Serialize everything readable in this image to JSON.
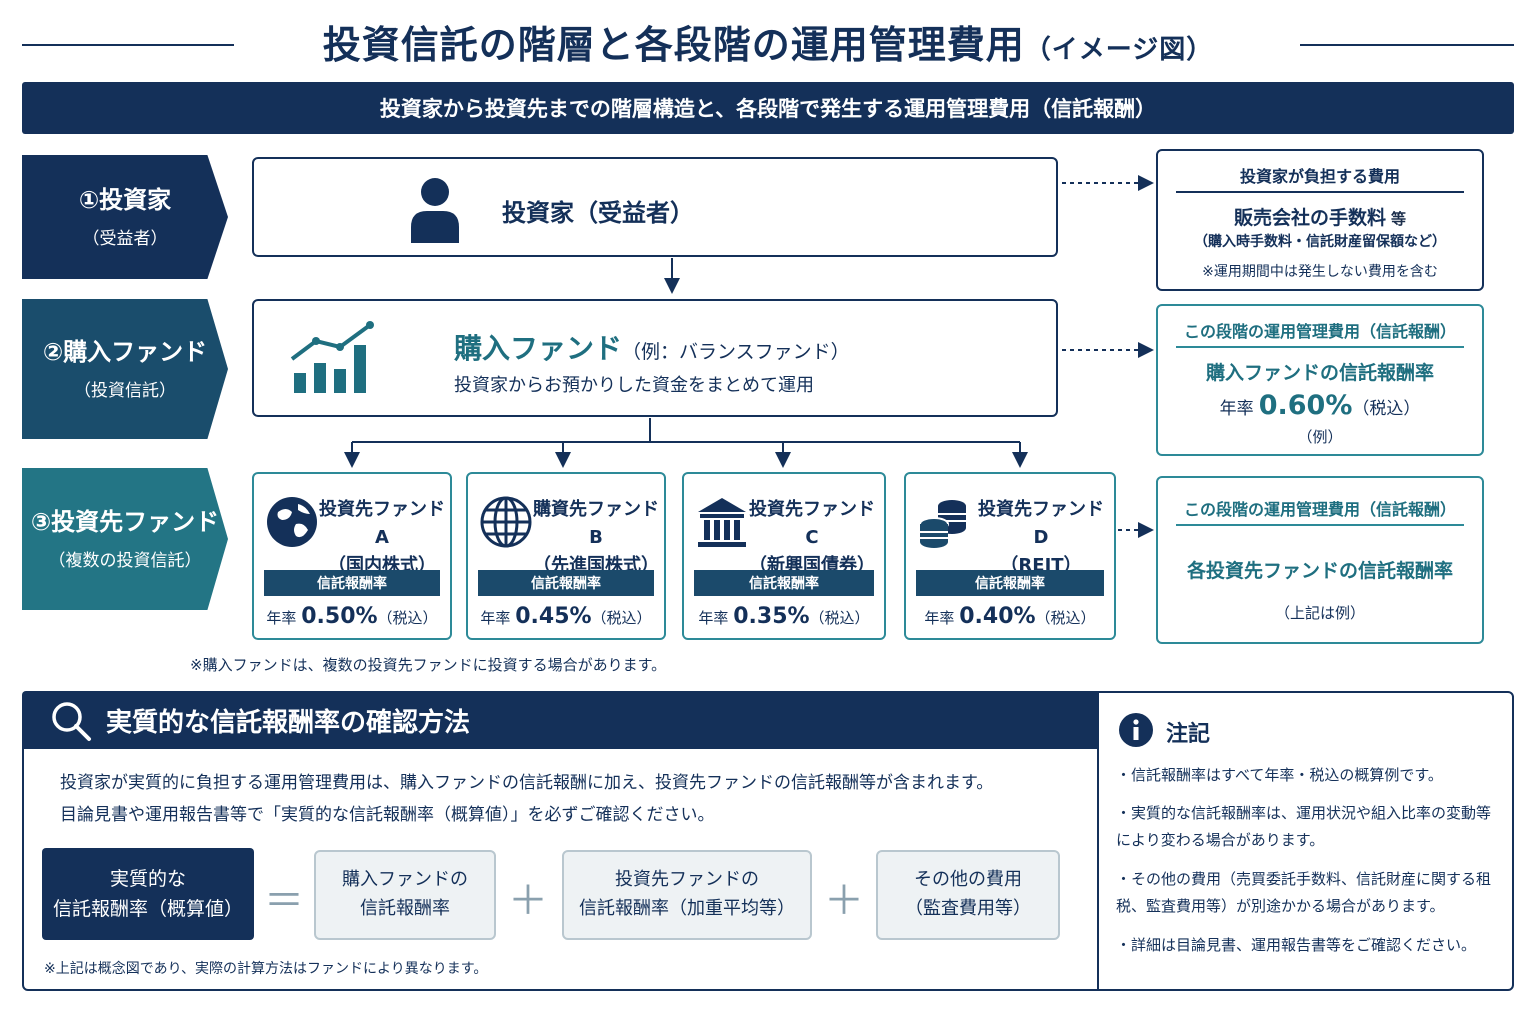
{
  "title": "投資信託の階層と各段階の運用管理費用",
  "title_sub": "（イメージ図）",
  "banner": "投資家から投資先までの階層構造と、各段階で発生する運用管理費用（信託報酬）",
  "stages": [
    {
      "label": "①投資家",
      "sub": "（受益者）"
    },
    {
      "label": "②購入ファンド",
      "sub": "（投資信託）"
    },
    {
      "label": "③投資先ファンド",
      "sub": "（複数の投資信託）"
    }
  ],
  "investor_box": {
    "label": "投資家（受益者）",
    "icon": "person-icon"
  },
  "fund_box": {
    "title": "購入ファンド",
    "title_note": "（例：バランスファンド）",
    "description": "投資家からお預かりした資金をまとめて運用",
    "icon": "bar-chart-icon"
  },
  "sub_funds": [
    {
      "name": "投資先ファンド A",
      "type": "（国内株式）",
      "fee_label": "信託報酬率",
      "rate_prefix": "年率",
      "rate": "0.50%",
      "rate_suffix": "（税込）",
      "rate_value": 0.5,
      "icon": "globe-icon"
    },
    {
      "name": "購資先ファンド B",
      "type": "（先進国株式）",
      "fee_label": "信託報酬率",
      "rate_prefix": "年率",
      "rate": "0.45%",
      "rate_suffix": "（税込）",
      "rate_value": 0.45,
      "icon": "world-grid-icon"
    },
    {
      "name": "投資先ファンド C",
      "type": "（新興国債券）",
      "fee_label": "信託報酬率",
      "rate_prefix": "年率",
      "rate": "0.35%",
      "rate_suffix": "（税込）",
      "rate_value": 0.35,
      "icon": "bank-icon"
    },
    {
      "name": "投資先ファンド D",
      "type": "（REIT）",
      "fee_label": "信託報酬率",
      "rate_prefix": "年率",
      "rate": "0.40%",
      "rate_suffix": "（税込）",
      "rate_value": 0.4,
      "icon": "coins-icon"
    }
  ],
  "sub_note": "※購入ファンドは、複数の投資先ファンドに投資する場合があります。",
  "cost_boxes": [
    {
      "header": "投資家が負担する費用",
      "main": "販売会社の手数料",
      "main_suffix": "等",
      "detail": "（購入時手数料・信託財産留保額など）",
      "note": "※運用期間中は発生しない費用を含む"
    },
    {
      "header": "この段階の運用管理費用（信託報酬）",
      "main": "購入ファンドの信託報酬率",
      "rate_prefix": "年率",
      "rate": "0.60%",
      "rate_suffix": "（税込）",
      "rate_value": 0.6,
      "note": "（例）"
    },
    {
      "header": "この段階の運用管理費用（信託報酬）",
      "main": "各投資先ファンドの信託報酬率",
      "note": "（上記は例）"
    }
  ],
  "confirm": {
    "title": "実質的な信託報酬率の確認方法",
    "icon": "magnifier-icon",
    "text1": "投資家が実質的に負担する運用管理費用は、購入ファンドの信託報酬に加え、投資先ファンドの信託報酬等が含まれます。",
    "text2": "目論見書や運用報告書等で「実質的な信託報酬率（概算値）」を必ずご確認ください。",
    "formula": {
      "result_line1": "実質的な",
      "result_line2": "信託報酬率（概算値）",
      "equals": "＝",
      "plus": "＋",
      "terms": [
        {
          "line1": "購入ファンドの",
          "line2": "信託報酬率"
        },
        {
          "line1": "投資先ファンドの",
          "line2": "信託報酬率（加重平均等）"
        },
        {
          "line1": "その他の費用",
          "line2": "（監査費用等）"
        }
      ]
    },
    "footnote": "※上記は概念図であり、実際の計算方法はファンドにより異なります。"
  },
  "notes": {
    "title": "注記",
    "icon": "info-icon",
    "items": [
      "・信託報酬率はすべて年率・税込の概算例です。",
      "・実質的な信託報酬率は、運用状況や組入比率の変動等により変わる場合があります。",
      "・その他の費用（売買委託手数料、信託財産に関する租税、監査費用等）が別途かかる場合があります。",
      "・詳細は目論見書、運用報告書等をご確認ください。"
    ]
  }
}
